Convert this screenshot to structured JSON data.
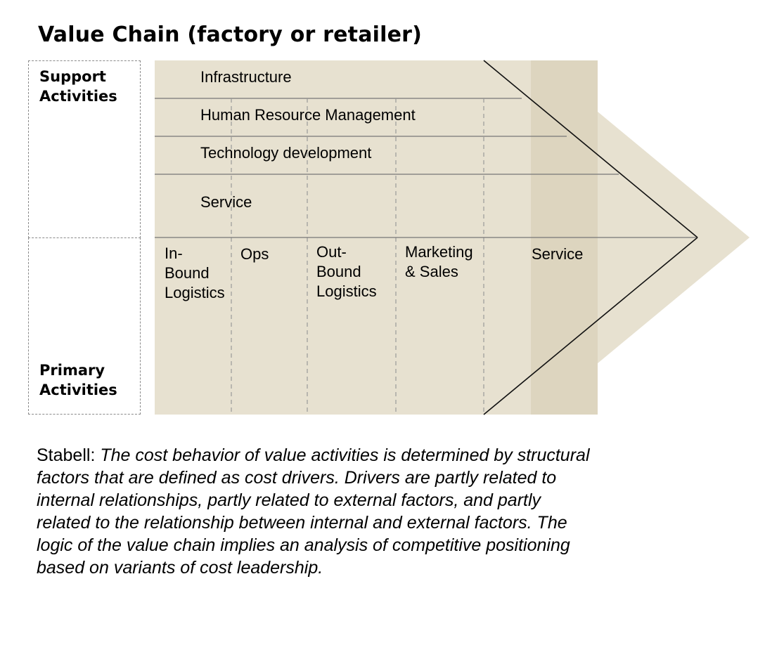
{
  "title": "Value Chain (factory or retailer)",
  "support_label": "Support\nActivities",
  "primary_label": "Primary\nActivities",
  "support_rows": [
    "Infrastructure",
    "Human Resource Management",
    "Technology development",
    "Service"
  ],
  "primary_columns": [
    {
      "lines": [
        "In-",
        "Bound",
        "Logistics"
      ]
    },
    {
      "lines": [
        "Ops"
      ]
    },
    {
      "lines": [
        "Out-",
        "Bound",
        "Logistics"
      ]
    },
    {
      "lines": [
        "Marketing",
        "& Sales"
      ]
    },
    {
      "lines": [
        "Service"
      ]
    }
  ],
  "quote": {
    "author": "Stabell:",
    "text": "The cost behavior of value activities is determined by structural factors that are defined as cost drivers. Drivers are partly related to internal relationships, partly related to external factors, and partly related to the relationship between internal and external factors. The logic of the value chain implies an analysis of competitive positioning based on variants of cost leadership."
  },
  "colors": {
    "fill": "#e7e1d0",
    "margin_shade": "#ddd5bf",
    "line": "#777777",
    "arrow_line": "#111111"
  }
}
